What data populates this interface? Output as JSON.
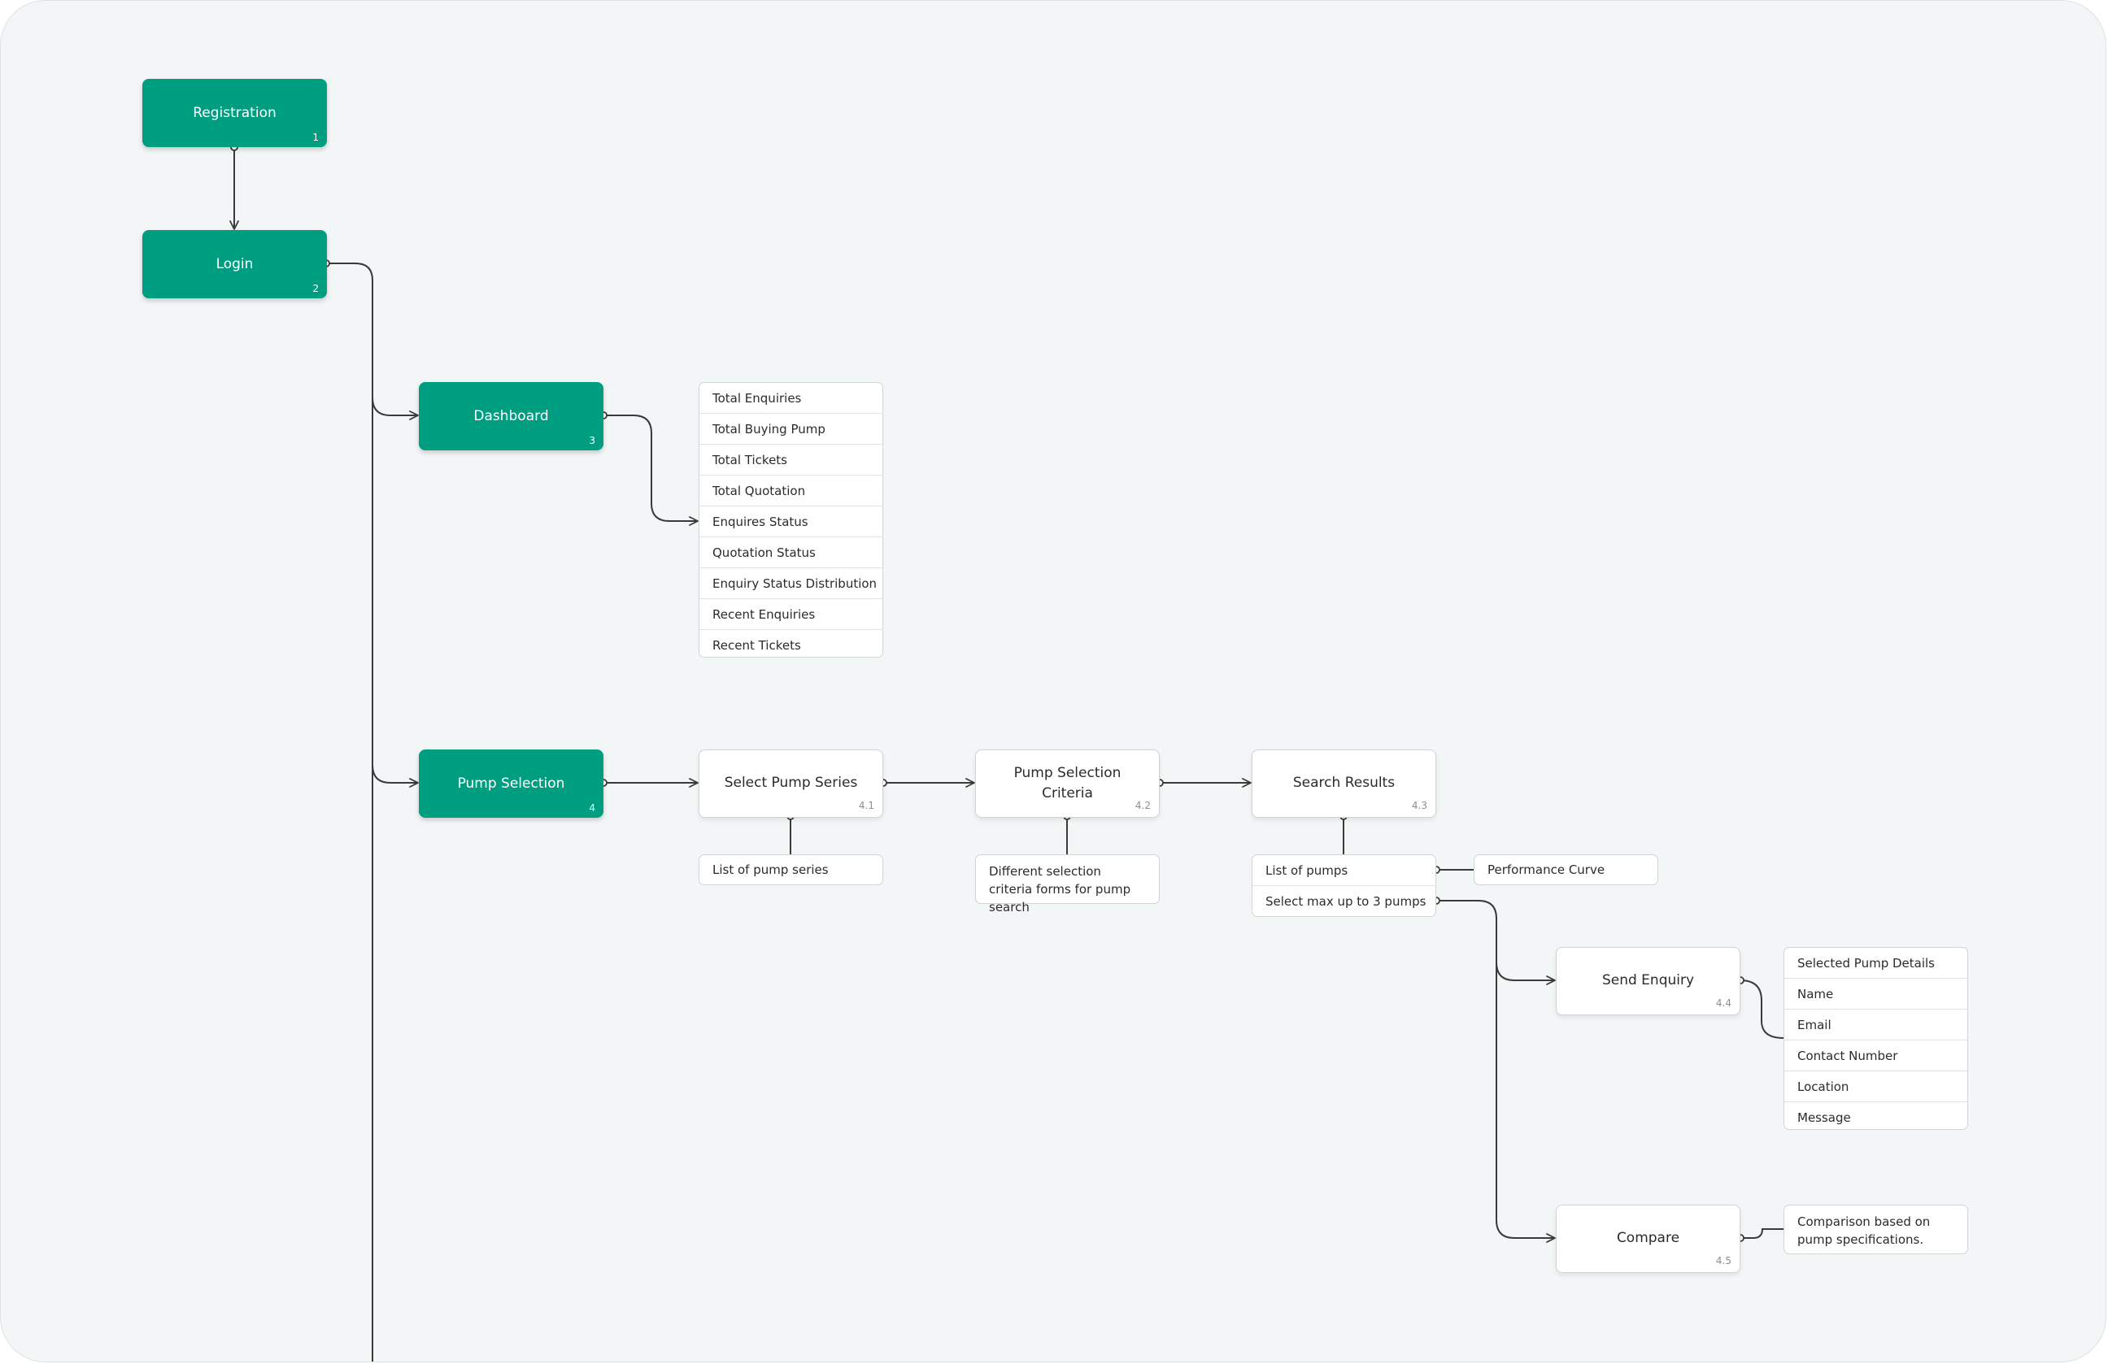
{
  "nodes": {
    "registration": {
      "label": "Registration",
      "num": "1"
    },
    "login": {
      "label": "Login",
      "num": "2"
    },
    "dashboard": {
      "label": "Dashboard",
      "num": "3"
    },
    "pump_selection": {
      "label": "Pump Selection",
      "num": "4"
    },
    "select_pump_series": {
      "label": "Select Pump Series",
      "num": "4.1"
    },
    "pump_selection_criteria": {
      "label": "Pump Selection Criteria",
      "num": "4.2"
    },
    "search_results": {
      "label": "Search Results",
      "num": "4.3"
    },
    "send_enquiry": {
      "label": "Send Enquiry",
      "num": "4.4"
    },
    "compare": {
      "label": "Compare",
      "num": "4.5"
    }
  },
  "dashboard_items": [
    "Total Enquiries",
    "Total Buying Pump",
    "Total Tickets",
    "Total Quotation",
    "Enquires Status",
    "Quotation Status",
    "Enquiry Status Distribution",
    "Recent Enquiries",
    "Recent Tickets"
  ],
  "notes": {
    "pump_series": "List of pump series",
    "criteria": "Different selection criteria forms for pump search",
    "performance_curve": "Performance Curve",
    "comparison": "Comparison based on pump specifications."
  },
  "search_results_items": [
    "List of pumps",
    "Select max up to 3 pumps"
  ],
  "enquiry_items": [
    "Selected Pump Details",
    "Name",
    "Email",
    "Contact Number",
    "Location",
    "Message"
  ],
  "colors": {
    "primary": "#009e80",
    "canvas": "#f3f6f6",
    "connector": "#3a3a3a",
    "border": "#cfd4d4"
  }
}
